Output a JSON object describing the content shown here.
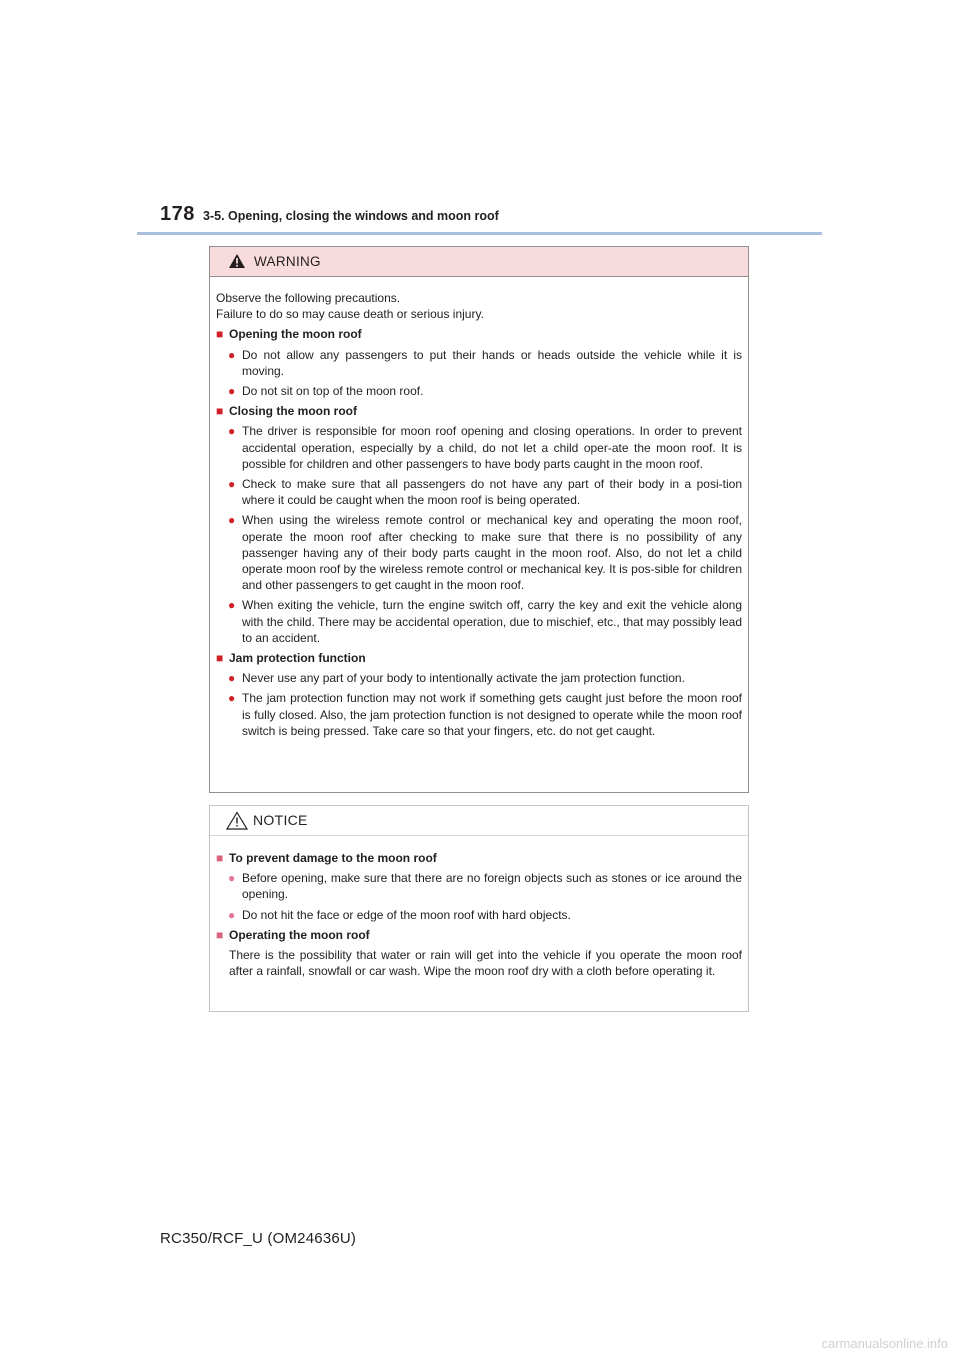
{
  "header": {
    "page_number": "178",
    "section_title": "3-5. Opening, closing the windows and moon roof"
  },
  "warning": {
    "title": "WARNING",
    "intro_lines": [
      "Observe the following precautions.",
      "Failure to do so may cause death or serious injury."
    ],
    "sections": [
      {
        "heading": "Opening the moon roof",
        "bullets": [
          "Do not allow any passengers to put their hands or heads outside the vehicle while it is moving.",
          "Do not sit on top of the moon roof."
        ]
      },
      {
        "heading": "Closing the moon roof",
        "bullets": [
          "The driver is responsible for moon roof opening and closing operations. In order to prevent accidental operation, especially by a child, do not let a child oper-ate the moon roof. It is possible for children and other passengers to have body parts caught in the moon roof.",
          "Check to make sure that all passengers do not have any part of their body in a posi-tion where it could be caught when the moon roof is being operated.",
          "When using the wireless remote control or mechanical key and operating the moon roof, operate the moon roof after checking to make sure that there is no possibility of any passenger having any of their body parts caught in the moon roof. Also, do not let a child operate moon roof by the wireless remote control or mechanical key. It is pos-sible for children and other passengers to get caught in the moon roof.",
          "When exiting the vehicle, turn the engine switch off, carry the key and exit the vehicle along with the child. There may be accidental operation, due to mischief, etc., that may possibly lead to an accident."
        ]
      },
      {
        "heading": "Jam protection function",
        "bullets": [
          "Never use any part of your body to intentionally activate the jam protection function.",
          "The jam protection function may not work if something gets caught just before the moon roof is fully closed. Also, the jam protection function is not designed to operate while the moon roof switch is being pressed. Take care so that your fingers, etc. do not get caught."
        ]
      }
    ]
  },
  "notice": {
    "title": "NOTICE",
    "sections": [
      {
        "heading": "To prevent damage to the moon roof",
        "bullets": [
          "Before opening, make sure that there are no foreign objects such as stones or ice around the opening.",
          "Do not hit the face or edge of the moon roof with hard objects."
        ]
      },
      {
        "heading": "Operating the moon roof",
        "text": "There is the possibility that water or rain will get into the vehicle if you operate the moon roof after a rainfall, snowfall or car wash. Wipe the moon roof dry with a cloth before operating it."
      }
    ]
  },
  "footer": {
    "model_code": "RC350/RCF_U (OM24636U)"
  },
  "watermark": "carmanualsonline.info",
  "colors": {
    "warning_header_bg": "#f8dbdc",
    "accent_red": "#d02027",
    "rule_blue": "#a9bfdc"
  }
}
